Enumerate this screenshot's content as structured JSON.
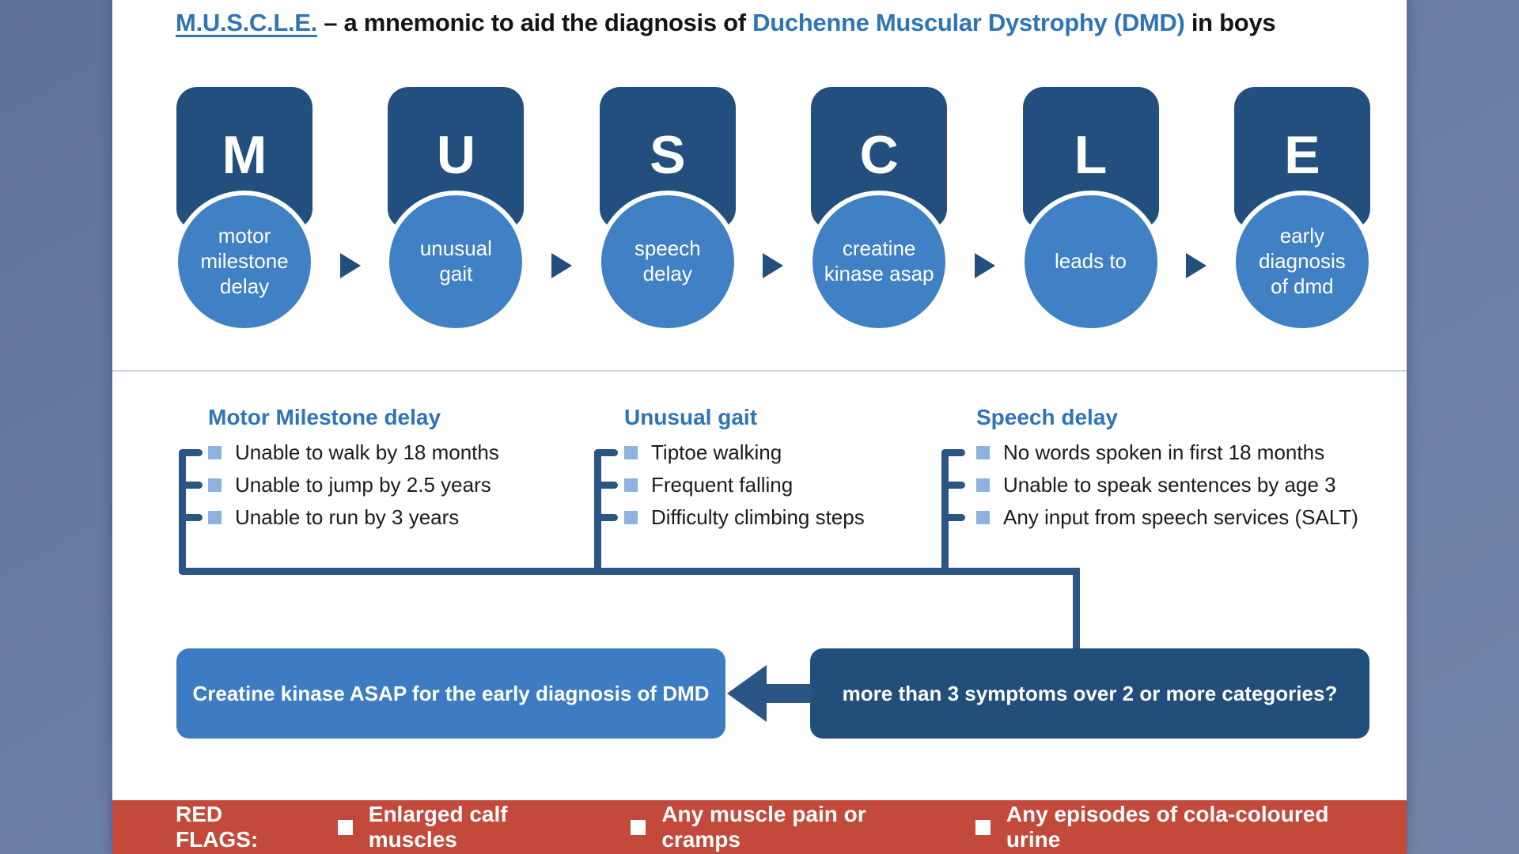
{
  "title": {
    "mnemonic": "M.U.S.C.L.E.",
    "middle": " – a mnemonic to aid the diagnosis of ",
    "highlight": "Duchenne Muscular Dystrophy (DMD)",
    "suffix": " in boys"
  },
  "mnemonic_cards": [
    {
      "letter": "M",
      "phrase": "motor\nmilestone\ndelay"
    },
    {
      "letter": "U",
      "phrase": "unusual\ngait"
    },
    {
      "letter": "S",
      "phrase": "speech\ndelay"
    },
    {
      "letter": "C",
      "phrase": "creatine\nkinase asap"
    },
    {
      "letter": "L",
      "phrase": "leads to"
    },
    {
      "letter": "E",
      "phrase": "early\ndiagnosis\nof dmd"
    }
  ],
  "categories": [
    {
      "heading": "Motor Milestone delay",
      "items": [
        "Unable to walk by 18 months",
        "Unable to jump by 2.5 years",
        "Unable to run by 3 years"
      ]
    },
    {
      "heading": "Unusual gait",
      "items": [
        "Tiptoe walking",
        "Frequent falling",
        "Difficulty climbing steps"
      ]
    },
    {
      "heading": "Speech delay",
      "items": [
        "No words spoken in first 18 months",
        "Unable to speak sentences by age 3",
        "Any input from speech services (SALT)"
      ]
    }
  ],
  "decision": {
    "question": "more than 3 symptoms over 2 or more categories?",
    "action": "Creatine kinase ASAP for the early diagnosis of DMD"
  },
  "red_flags": {
    "label": "RED FLAGS:",
    "items": [
      "Enlarged calf muscles",
      "Any muscle pain or cramps",
      "Any episodes of cola-coloured urine"
    ]
  },
  "colors": {
    "navy": "#224f7d",
    "circle_blue": "#4080c4",
    "accent_blue": "#2e74b6",
    "bullet_blue": "#8fb1de",
    "connector_blue": "#2b5585",
    "red_bar": "#c3493b",
    "background": "#687ba1"
  }
}
